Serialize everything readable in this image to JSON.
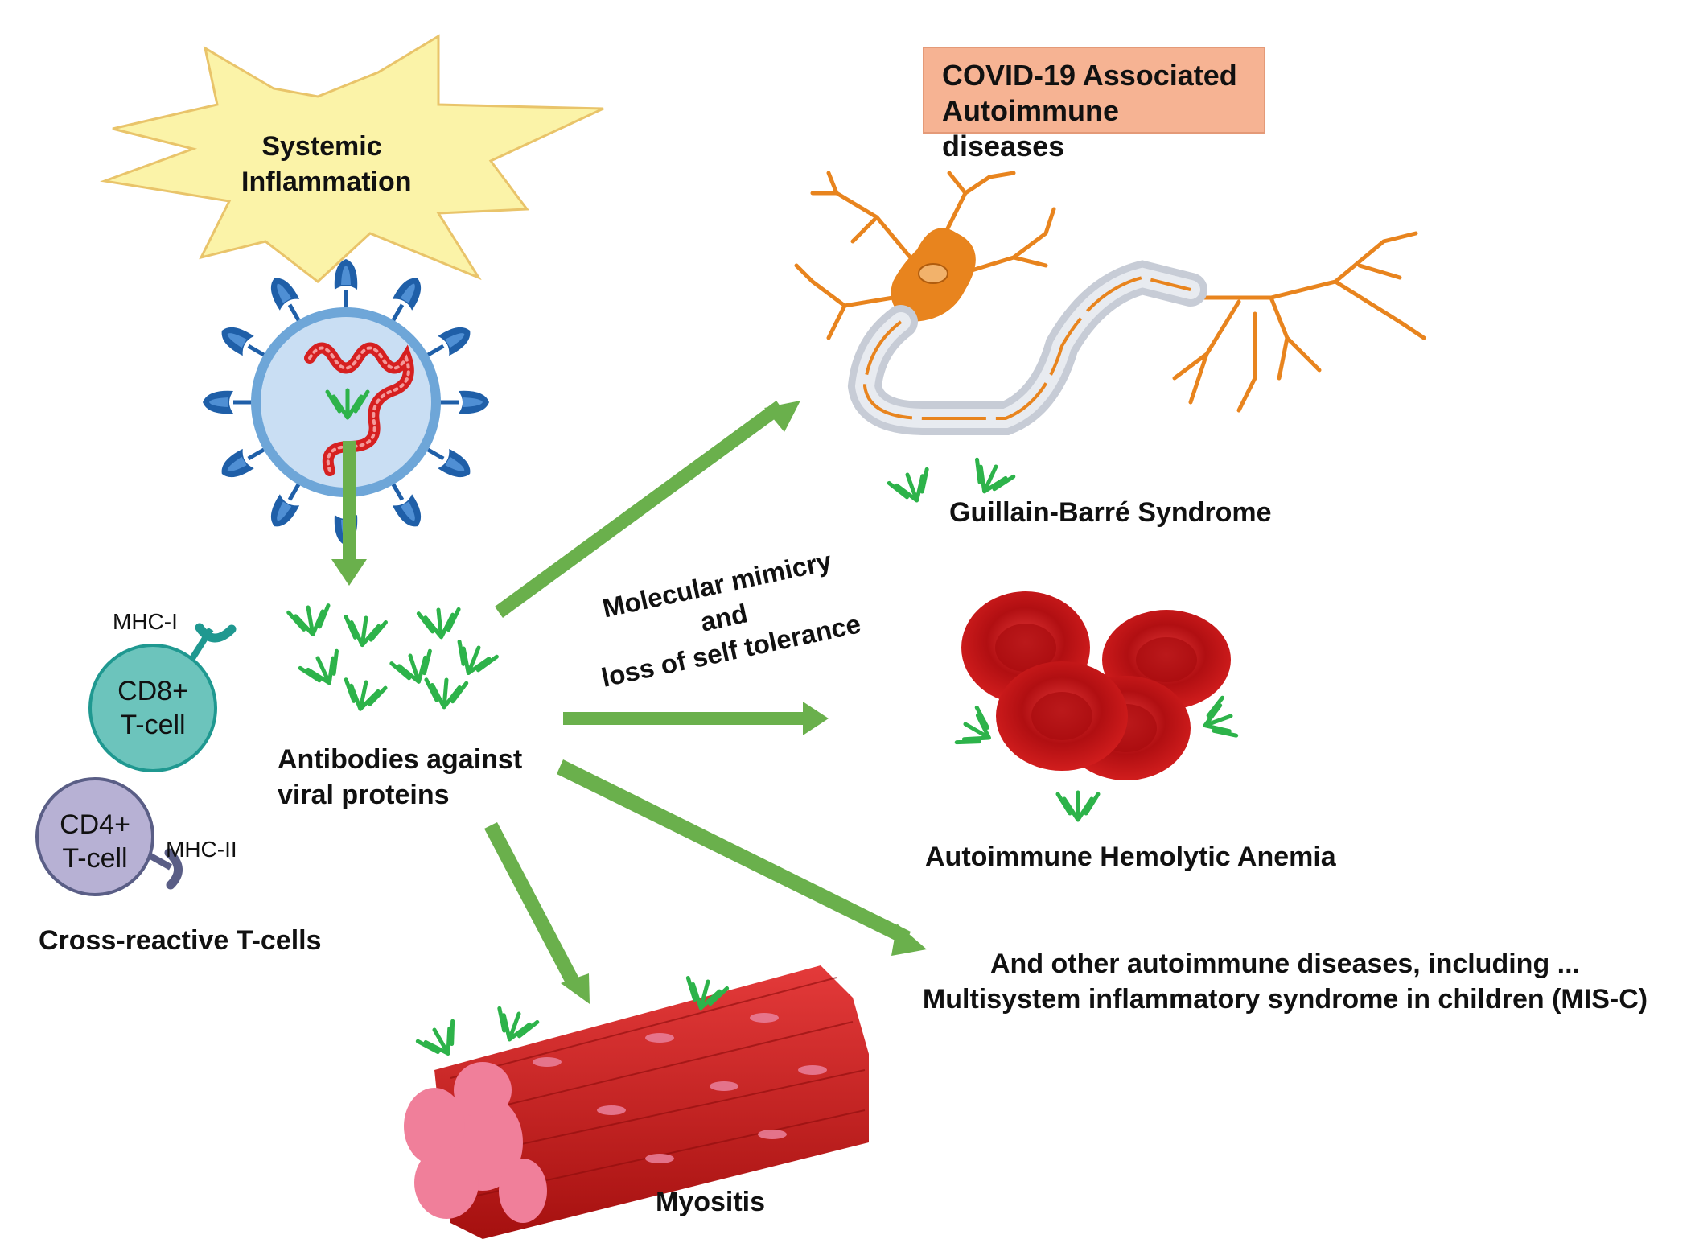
{
  "title": {
    "line1": "COVID-19 Associated",
    "line2": "Autoimmune diseases"
  },
  "trigger": {
    "line1": "Systemic",
    "line2": "Inflammation"
  },
  "antibodies": {
    "line1": "Antibodies against",
    "line2": "viral proteins"
  },
  "mechanism": {
    "line1": "Molecular mimicry",
    "line2": "and",
    "line3": "loss of self tolerance"
  },
  "tcells": {
    "cd8_line1": "CD8+",
    "cd8_line2": "T-cell",
    "mhc1": "MHC-I",
    "cd4_line1": "CD4+",
    "cd4_line2": "T-cell",
    "mhc2": "MHC-II",
    "caption": "Cross-reactive T-cells"
  },
  "diseases": {
    "gbs": "Guillain-Barré Syndrome",
    "aiha": "Autoimmune Hemolytic Anemia",
    "myositis": "Myositis",
    "other_line1": "And other autoimmune diseases, including ...",
    "other_line2": "Multisystem inflammatory syndrome in children (MIS-C)"
  },
  "colors": {
    "arrow": "#6ab04c",
    "antibody": "#2db34a",
    "virus_membrane": "#6ea6d8",
    "spike": "#1f5fa8",
    "rna": "#d62020",
    "cd8": "#6cc4bc",
    "cd4": "#b7b1d4",
    "title_box": "#f6b393",
    "burst": "#fbf3a8",
    "neuron": "#e8841e",
    "rbc": "#cc1515",
    "muscle": "#c8191b"
  }
}
